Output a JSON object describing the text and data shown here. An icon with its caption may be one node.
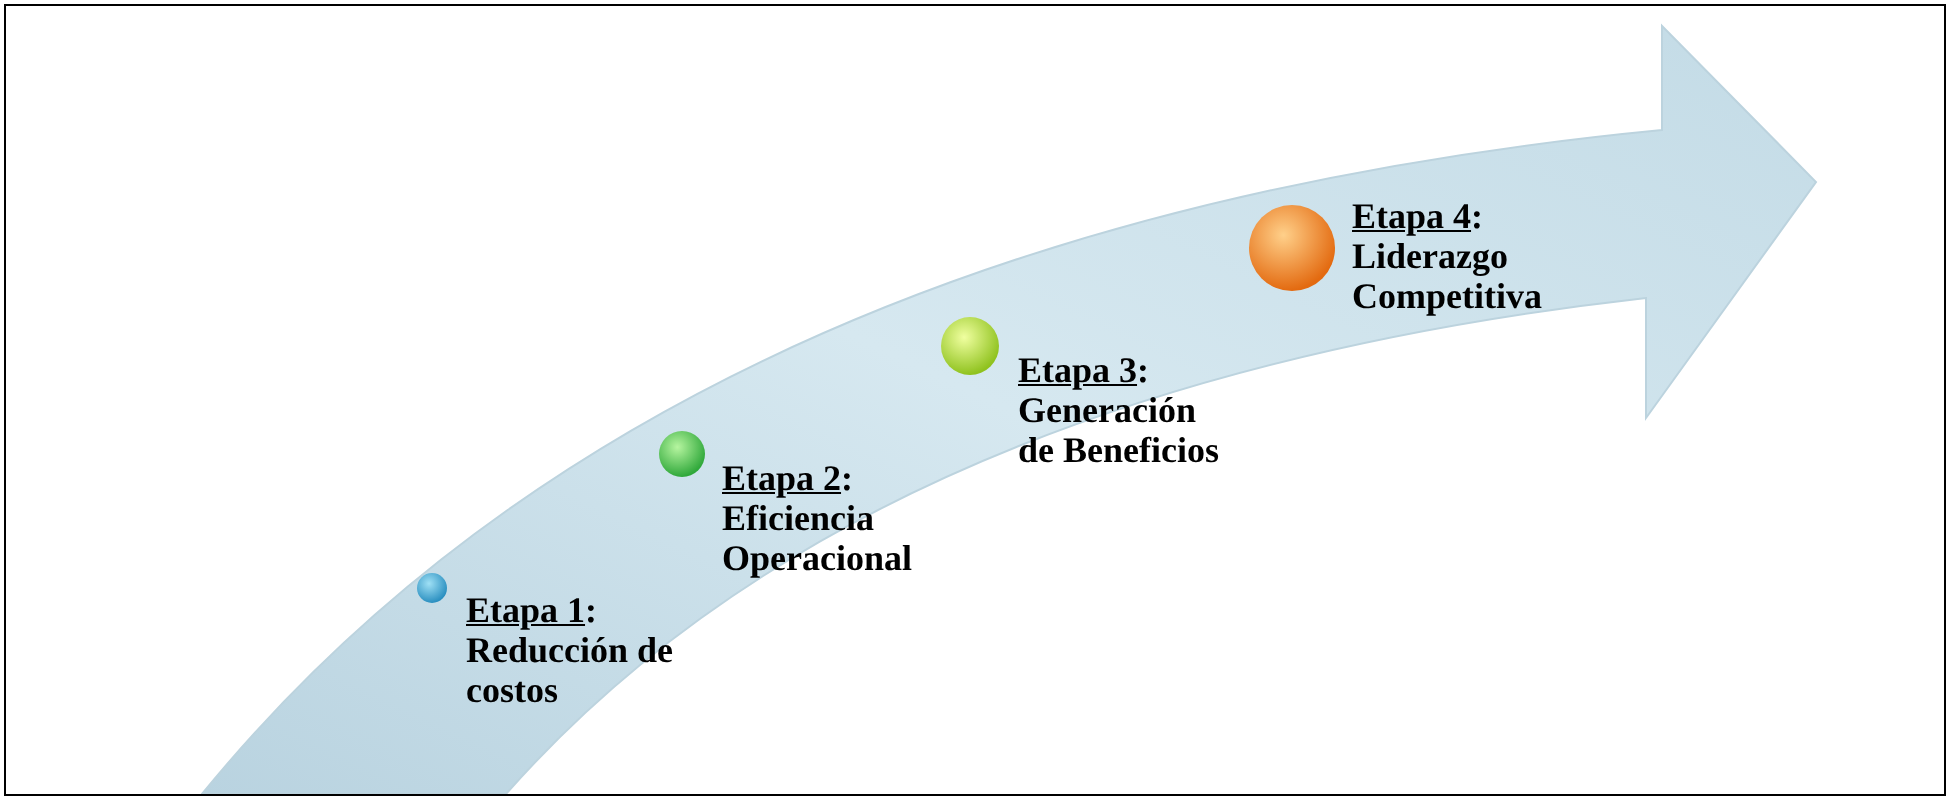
{
  "diagram": {
    "nodes": [
      {
        "text": [
          "Etapa 1:",
          "Reducción de costos"
        ]
      },
      {
        "text": [
          "Etapa 2:",
          "Eficiencia Operacional"
        ]
      },
      {
        "text": [
          "Etapa 3:",
          "Generación de Beneficios"
        ]
      },
      {
        "text": [
          "Etapa 4:",
          "Liderazgo Competitiva"
        ]
      }
    ]
  }
}
